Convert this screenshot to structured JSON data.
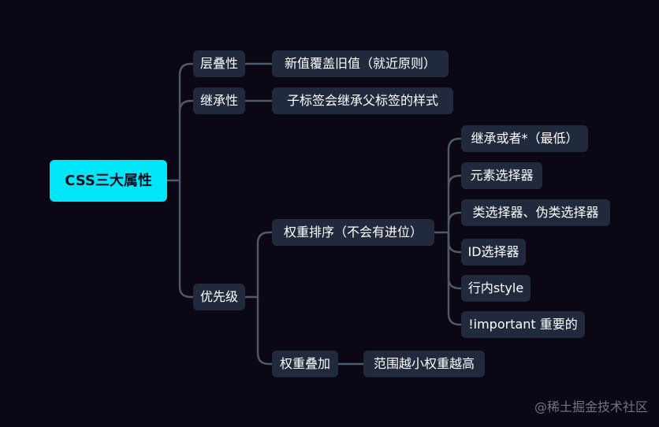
{
  "root": {
    "label": "CSS三大属性"
  },
  "branches": {
    "cascade": {
      "label": "层叠性",
      "child": "新值覆盖旧值（就近原则）"
    },
    "inheritance": {
      "label": "继承性",
      "child": "子标签会继承父标签的样式"
    },
    "priority": {
      "label": "优先级",
      "ranking": {
        "label": "权重排序（不会有进位）",
        "items": [
          "继承或者*（最低）",
          "元素选择器",
          "类选择器、伪类选择器",
          "ID选择器",
          "行内style",
          "!important 重要的"
        ]
      },
      "stacking": {
        "label": "权重叠加",
        "child": "范围越小权重越高"
      }
    }
  },
  "watermark": "@稀土掘金技术社区",
  "colors": {
    "background": "#0c0714",
    "node": "#212a3d",
    "root": "#00e6f8",
    "connector": "#4f5a6e"
  }
}
